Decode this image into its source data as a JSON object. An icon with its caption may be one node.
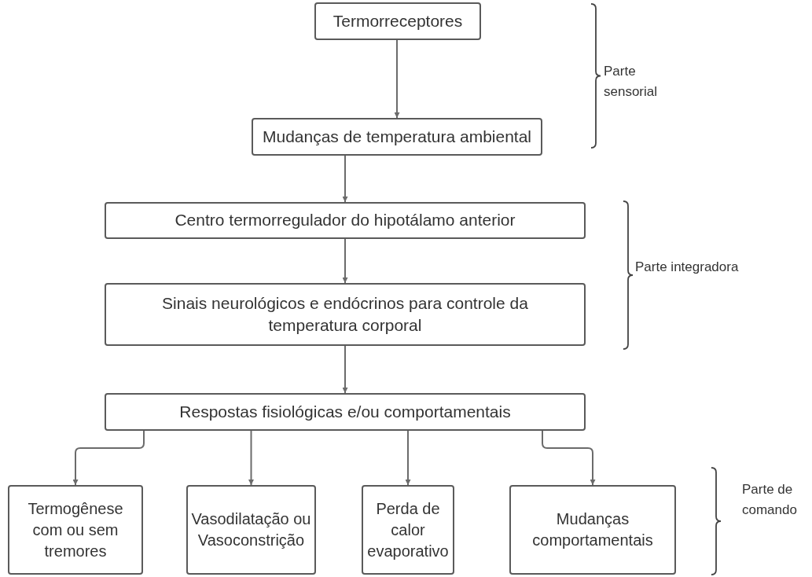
{
  "diagram": {
    "nodes": [
      {
        "text": [
          "Termorreceptores"
        ]
      },
      {
        "text": [
          "Mudanças de temperatura ambiental"
        ]
      },
      {
        "text": [
          "Centro termorregulador do hipotálamo anterior"
        ]
      },
      {
        "text": [
          "Sinais neurológicos e endócrinos para controle da temperatura corporal"
        ]
      },
      {
        "text": [
          "Respostas fisiológicas e/ou comportamentais"
        ]
      },
      {
        "text": [
          "Termogênese com ou sem tremores"
        ]
      },
      {
        "text": [
          "Vasodilatação ou Vasoconstrição"
        ]
      },
      {
        "text": [
          "Perda de calor evaporativo"
        ]
      },
      {
        "text": [
          "Mudanças comportamentais"
        ]
      }
    ],
    "edges": [
      {
        "from": 0,
        "to": 1,
        "arrow": "to"
      },
      {
        "from": 1,
        "to": 2,
        "arrow": "to"
      },
      {
        "from": 2,
        "to": 3,
        "arrow": "to"
      },
      {
        "from": 3,
        "to": 4,
        "arrow": "to"
      },
      {
        "from": 4,
        "to": 5,
        "arrow": "to"
      },
      {
        "from": 4,
        "to": 6,
        "arrow": "to"
      },
      {
        "from": 4,
        "to": 7,
        "arrow": "to"
      },
      {
        "from": 4,
        "to": 8,
        "arrow": "to"
      }
    ],
    "labels": [
      "Parte sensorial",
      "Parte integradora",
      "Parte de comando"
    ]
  }
}
